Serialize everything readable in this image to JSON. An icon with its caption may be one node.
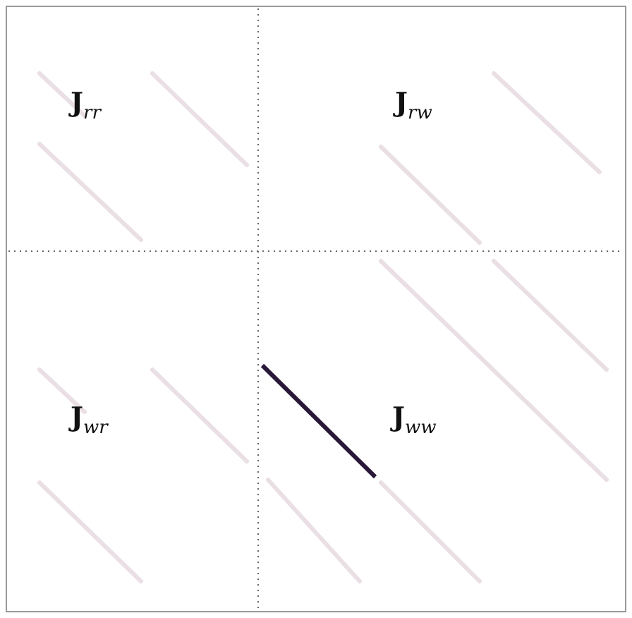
{
  "diagram": {
    "labels": [
      "**J**$_{rr}$",
      "**J**$_{rw}$",
      "**J**$_{wr}$",
      "**J**$_{ww}$"
    ]
  }
}
